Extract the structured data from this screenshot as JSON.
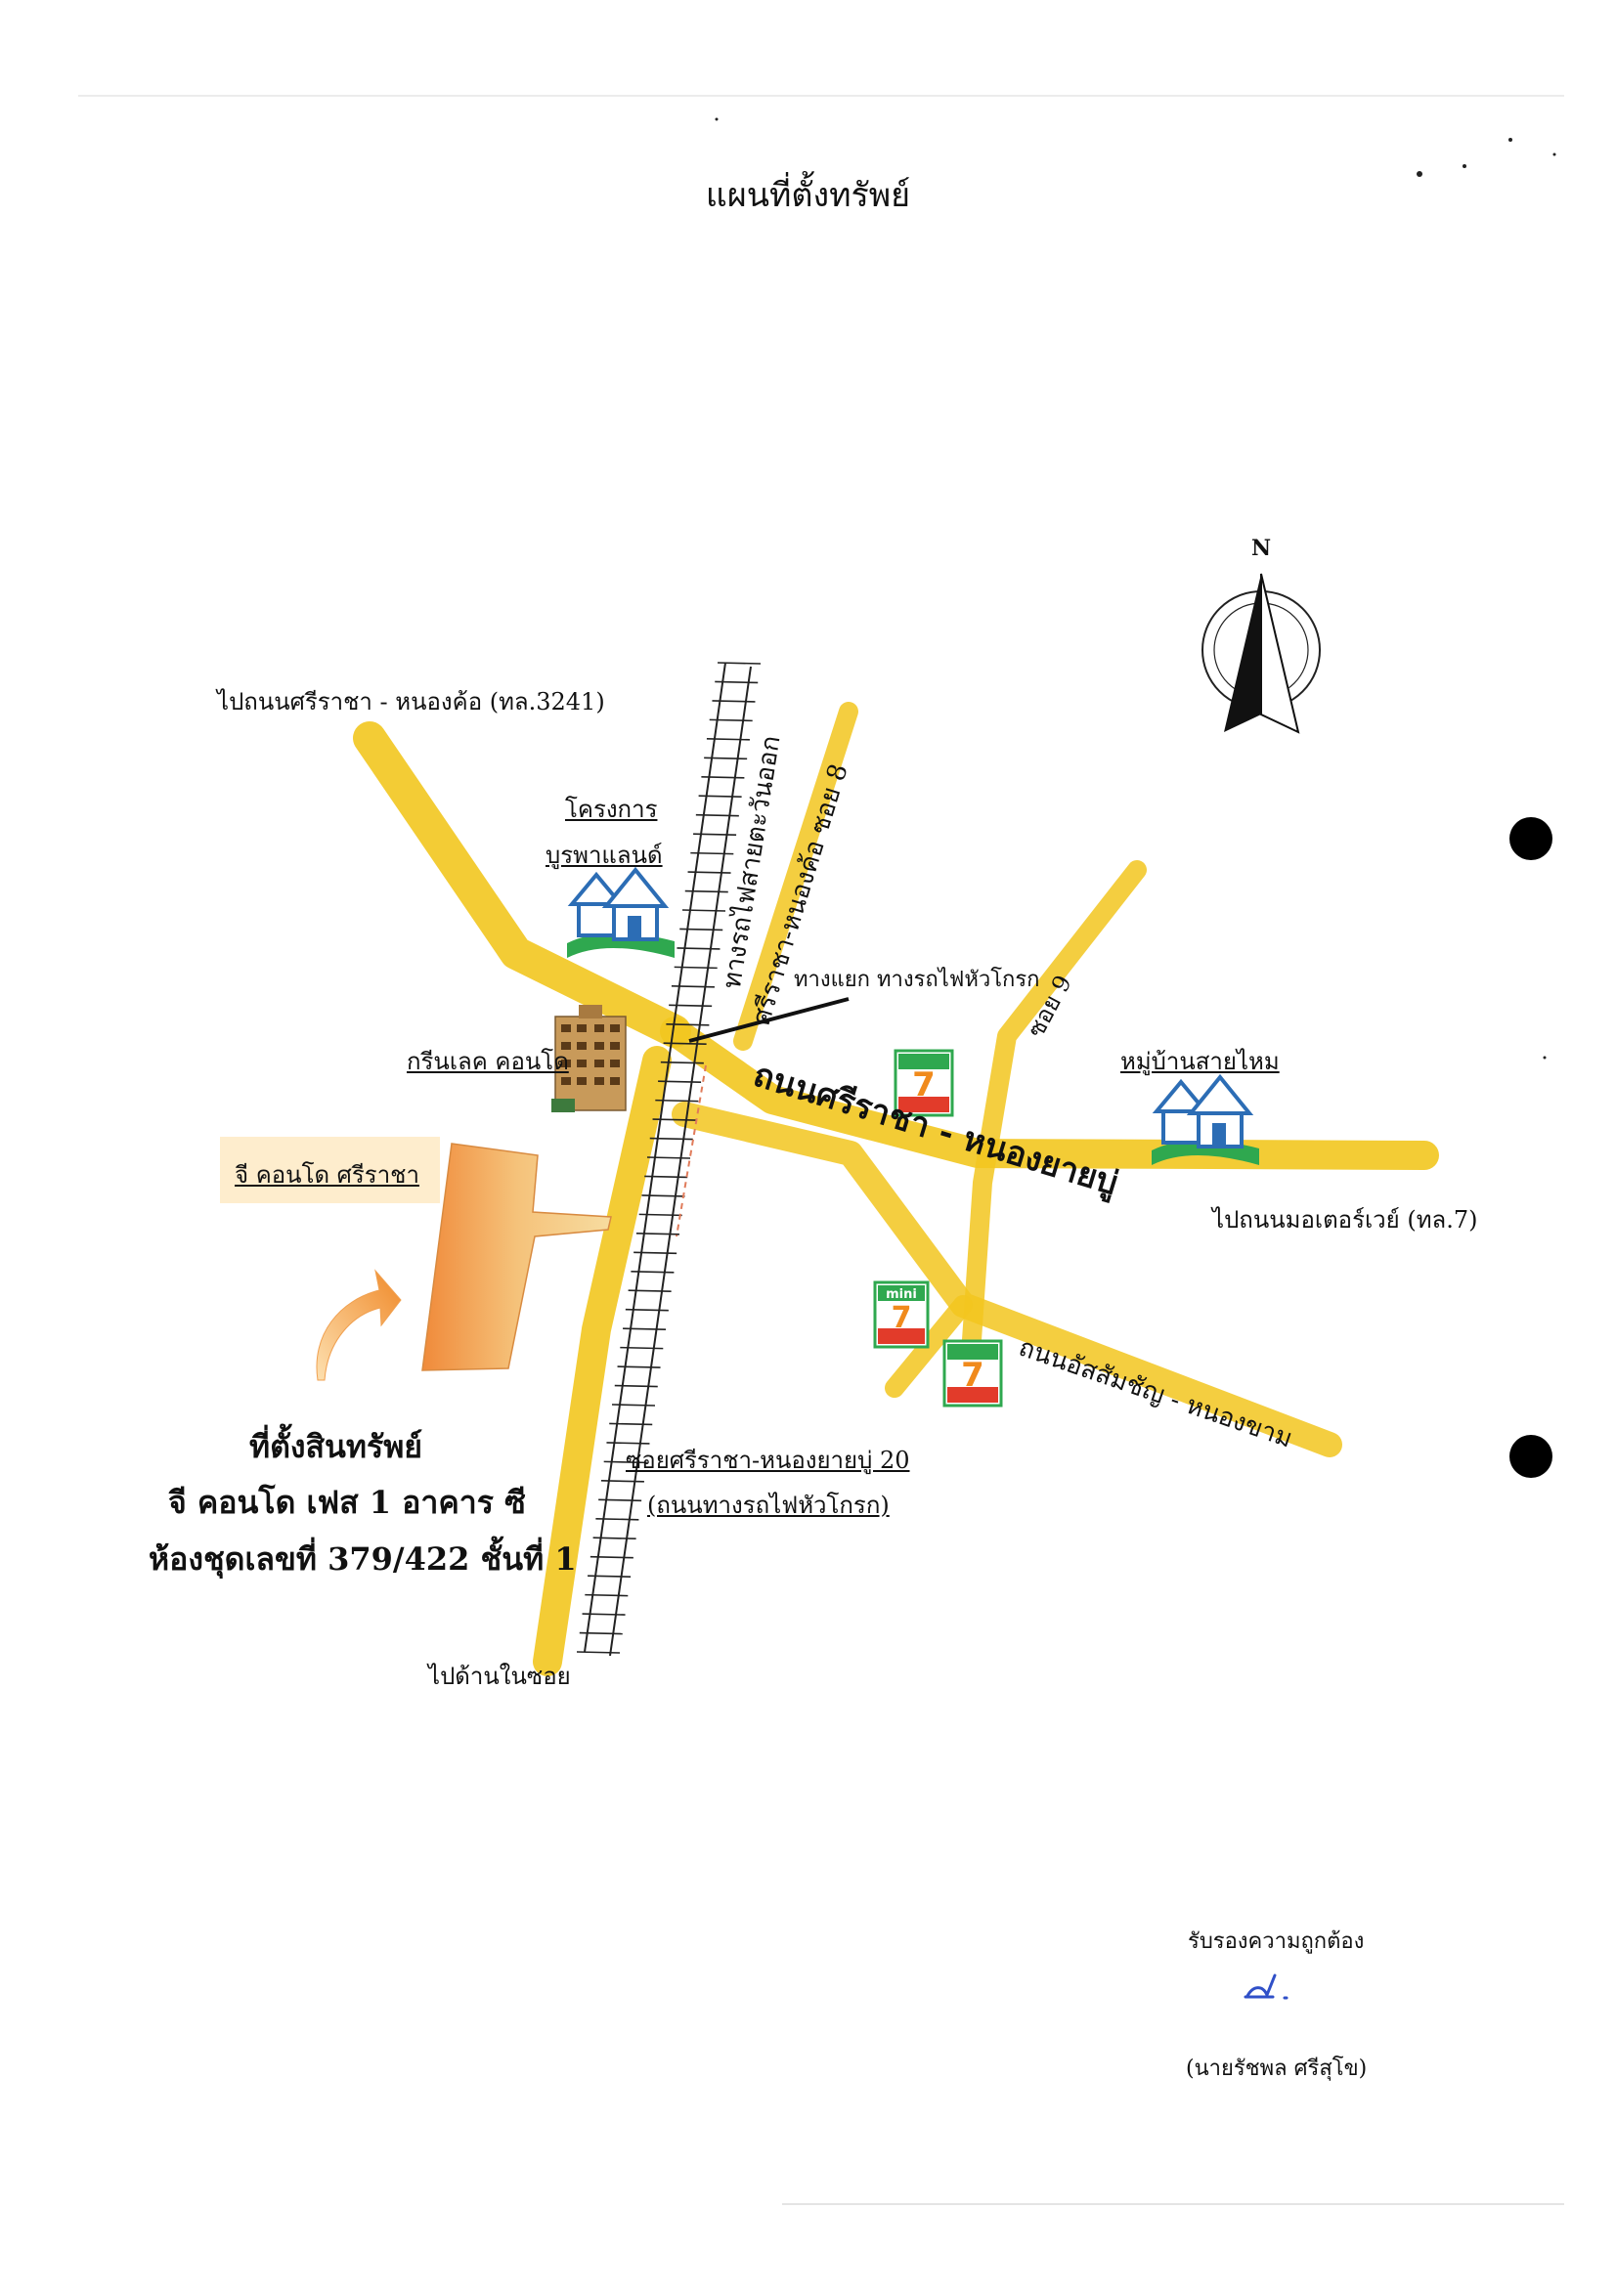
{
  "page": {
    "title": "แผนที่ตั้งทรัพย์"
  },
  "compass": {
    "label": "N"
  },
  "roads": {
    "to_nong_kho": "ไปถนนศรีราชา - หนองค้อ (ทล.3241)",
    "main_road": "ถนนศรีราชา - หนองยายบู่",
    "to_motorway": "ไปถนนมอเตอร์เวย์ (ทล.7)",
    "assumption_road": "ถนนอัสสัมชัญ - หนองขาม",
    "soi_8": "ศรีราชา-หนองค้อ ซอย 8",
    "soi_9": "ซอย 9",
    "railway": "ทางรถไฟสายตะวันออก",
    "rail_junction": "ทางแยก ทางรถไฟหัวโกรก",
    "soi_20": "ซอยศรีราชา-หนองยายบู่ 20",
    "soi_20_alt": "(ถนนทางรถไฟหัวโกรก)",
    "inner_soi": "ไปด้านในซอย"
  },
  "landmarks": {
    "burapha_line1": "โครงการ",
    "burapha_line2": "บูรพาแลนด์",
    "green_lake": "กรีนเลค คอนโด",
    "sai_mai": "หมู่บ้านสายไหม",
    "g_condo": "จี คอนโด ศรีราชา",
    "seven_label": "7",
    "mini_label": "mini"
  },
  "property": {
    "heading": "ที่ตั้งสินทรัพย์",
    "line1": "จี คอนโด เฟส 1 อาคาร ซี",
    "line2": "ห้องชุดเลขที่ 379/422 ชั้นที่ 1"
  },
  "certification": {
    "text": "รับรองความถูกต้อง",
    "name": "(นายรัชพล ศรีสุโข)"
  },
  "colors": {
    "road": "#f2c61f",
    "road_edge": "#e5b412",
    "property": "#f0b266",
    "label_box": "#fde6b8",
    "green": "#2fa84f",
    "seven_orange": "#f08a1c",
    "signature": "#3050c8"
  }
}
